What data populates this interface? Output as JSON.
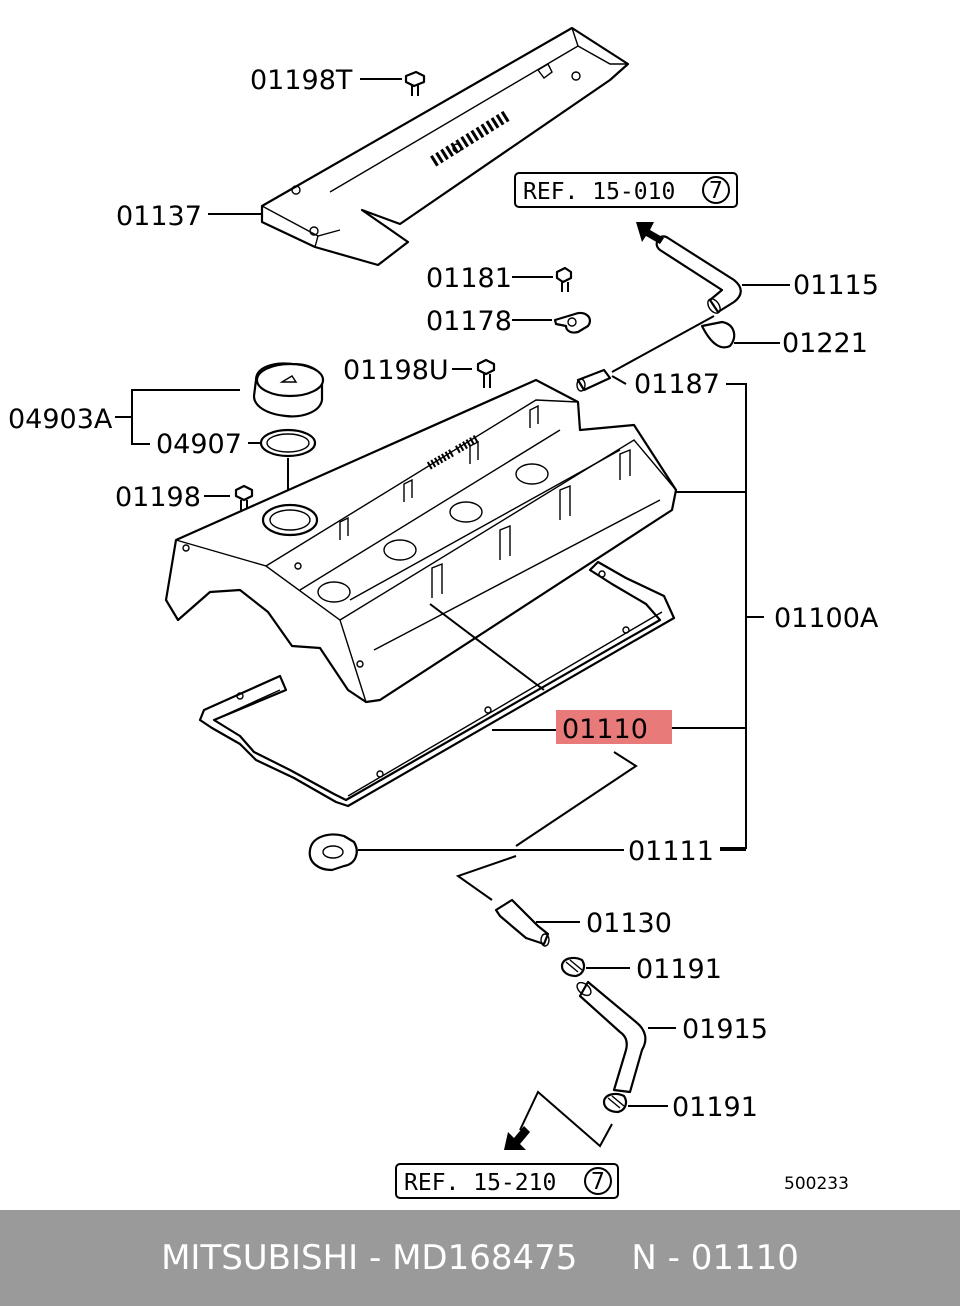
{
  "labels": {
    "p01198T": "01198T",
    "p01137": "01137",
    "p01181": "01181",
    "p01178": "01178",
    "p01198U": "01198U",
    "p04903A": "04903A",
    "p04907": "04907",
    "p01198": "01198",
    "p01115": "01115",
    "p01221": "01221",
    "p01187": "01187",
    "p01100A": "01100A",
    "p01110": "01110",
    "p01111": "01111",
    "p01130": "01130",
    "p01191a": "01191",
    "p01915": "01915",
    "p01191b": "01191",
    "ref_top": "REF. 15-010",
    "ref_top_num": "7",
    "ref_bottom": "REF. 15-210",
    "ref_bottom_num": "7",
    "diagram_id": "500233"
  },
  "highlight": {
    "part": "01110",
    "color": "#e87a7a"
  },
  "footer": {
    "text": "MITSUBISHI - MD168475     N - 01110",
    "background": "#9a9a9a"
  }
}
